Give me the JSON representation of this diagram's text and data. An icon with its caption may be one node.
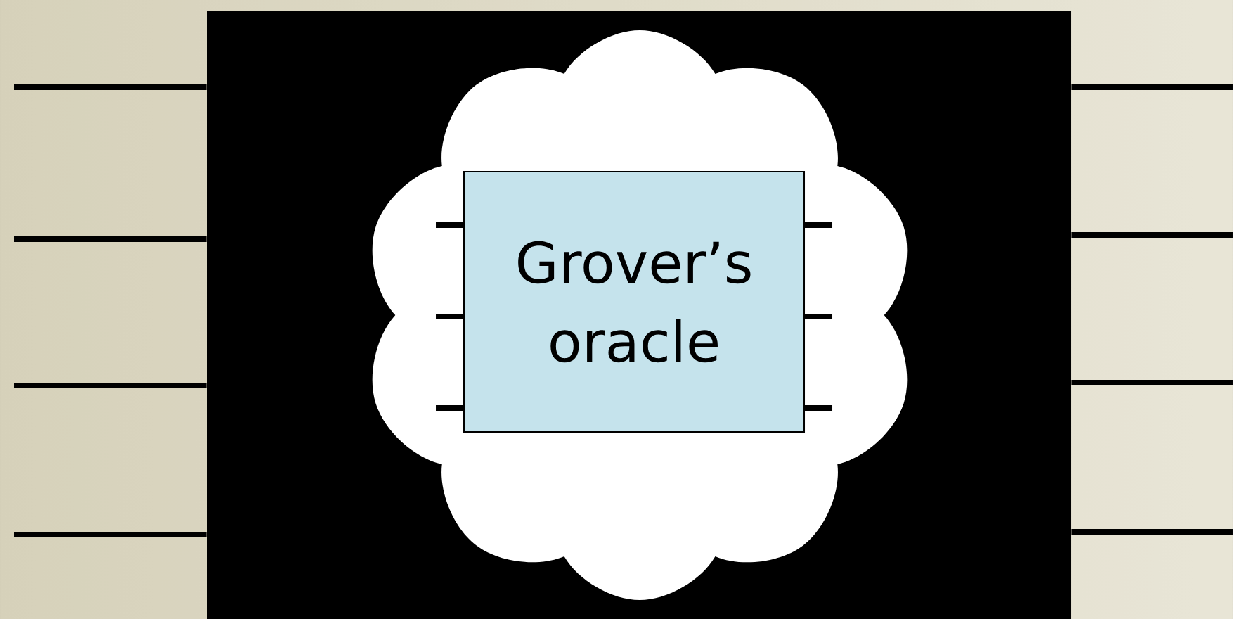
{
  "diagram": {
    "nodes": [
      {
        "text": [],
        "shape": "box"
      },
      {
        "text": [],
        "shape": "cloud",
        "in": 0
      },
      {
        "text": [
          "Grover’s oracle"
        ],
        "in": 1
      }
    ],
    "edges": [
      {
        "from": null,
        "to": 0,
        "arrow": "none"
      },
      {
        "from": null,
        "to": 0,
        "arrow": "none"
      },
      {
        "from": null,
        "to": 0,
        "arrow": "none"
      },
      {
        "from": null,
        "to": 0,
        "arrow": "none"
      },
      {
        "from": 0,
        "to": null,
        "arrow": "none"
      },
      {
        "from": 0,
        "to": null,
        "arrow": "none"
      },
      {
        "from": 0,
        "to": null,
        "arrow": "none"
      },
      {
        "from": 0,
        "to": null,
        "arrow": "none"
      },
      {
        "from": null,
        "to": 2,
        "arrow": "none"
      },
      {
        "from": null,
        "to": 2,
        "arrow": "none"
      },
      {
        "from": null,
        "to": 2,
        "arrow": "none"
      },
      {
        "from": 2,
        "to": null,
        "arrow": "none"
      },
      {
        "from": 2,
        "to": null,
        "arrow": "none"
      },
      {
        "from": 2,
        "to": null,
        "arrow": "none"
      }
    ]
  }
}
